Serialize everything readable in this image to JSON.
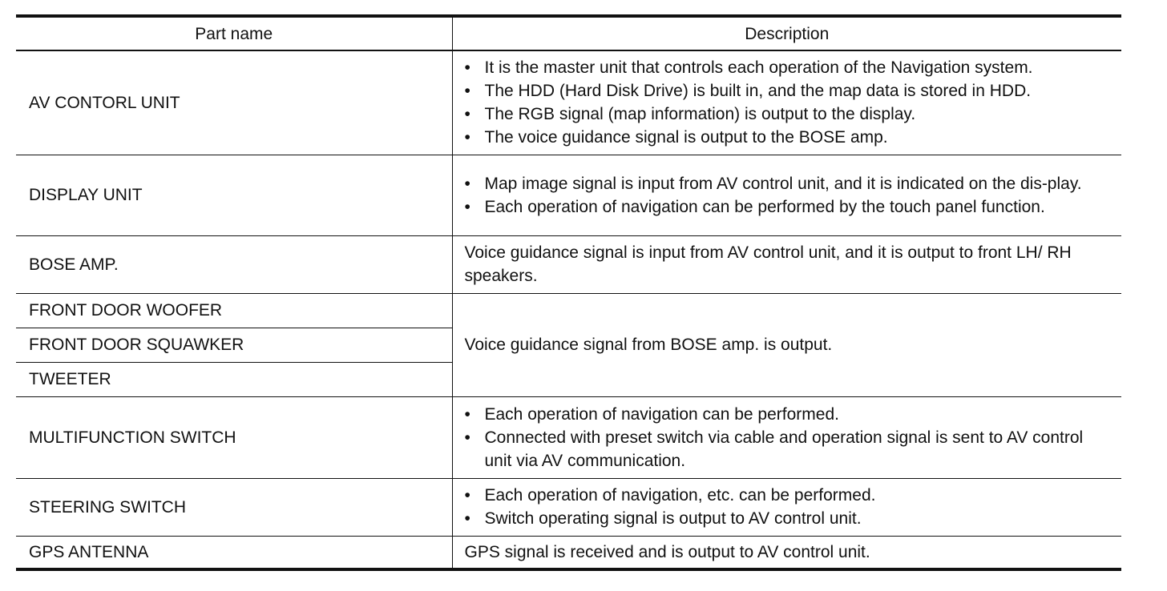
{
  "header": {
    "part_name": "Part name",
    "description": "Description"
  },
  "bullet_glyph": "•",
  "rows": {
    "av_control_unit": {
      "name": "AV CONTORL UNIT",
      "bullets": [
        "It is the master unit that controls each operation of the Navigation system.",
        "The HDD (Hard Disk Drive) is built in, and the map data is stored in HDD.",
        "The RGB signal (map information) is output to the display.",
        "The voice guidance signal is output to the BOSE amp."
      ]
    },
    "display_unit": {
      "name": "DISPLAY UNIT",
      "bullets": [
        "Map image signal is input from AV control unit, and it is indicated on the dis-play.",
        "Each operation of navigation can be performed by the touch panel function."
      ]
    },
    "bose_amp": {
      "name": "BOSE AMP.",
      "description": "Voice guidance signal is input from AV control unit, and it is output to front LH/ RH speakers."
    },
    "speakers": {
      "names": [
        "FRONT DOOR WOOFER",
        "FRONT DOOR SQUAWKER",
        "TWEETER"
      ],
      "description": "Voice guidance signal from BOSE amp. is output."
    },
    "multifunction_switch": {
      "name": "MULTIFUNCTION SWITCH",
      "bullets": [
        "Each operation of navigation can be performed.",
        "Connected with preset switch via cable and operation signal is sent to AV control unit via AV communication."
      ]
    },
    "steering_switch": {
      "name": "STEERING SWITCH",
      "bullets": [
        "Each operation of navigation, etc. can be performed.",
        "Switch operating signal is output to AV control unit."
      ]
    },
    "gps_antenna": {
      "name": "GPS ANTENNA",
      "description": "GPS signal is received and is output to AV control unit."
    }
  }
}
